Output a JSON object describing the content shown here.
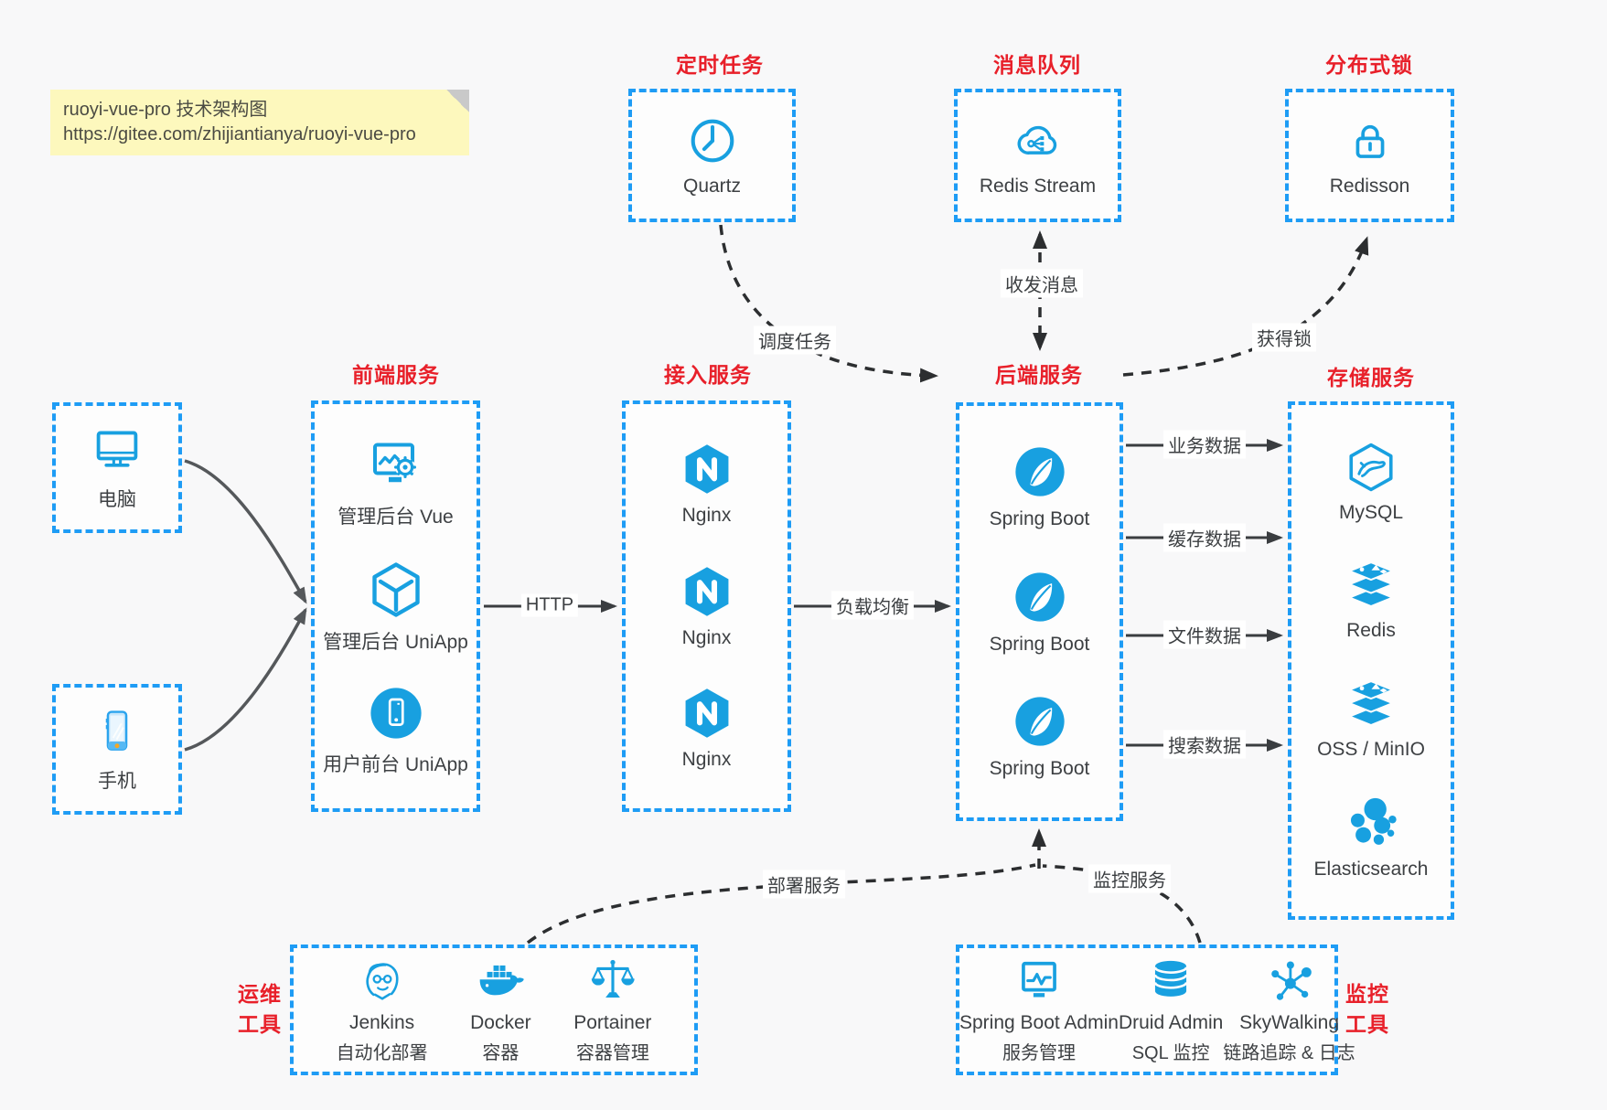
{
  "note": {
    "line1": "ruoyi-vue-pro 技术架构图",
    "line2": "https://gitee.com/zhijiantianya/ruoyi-vue-pro"
  },
  "colors": {
    "accent_blue": "#1e9cf5",
    "icon_blue": "#18a0e0",
    "title_red": "#e8202a",
    "arrow_dark": "#2c2e30",
    "arrow_gray": "#55585b",
    "note_bg": "#fdf8bd"
  },
  "groups": {
    "scheduled_job": {
      "title": "定时任务",
      "node": {
        "label": "Quartz",
        "icon": "clock-icon"
      }
    },
    "message_queue": {
      "title": "消息队列",
      "node": {
        "label": "Redis Stream",
        "icon": "cloud-stream-icon"
      }
    },
    "distributed_lock": {
      "title": "分布式锁",
      "node": {
        "label": "Redisson",
        "icon": "lock-icon"
      }
    },
    "clients": {
      "pc": {
        "label": "电脑",
        "icon": "desktop-icon"
      },
      "mobile": {
        "label": "手机",
        "icon": "smartphone-icon"
      }
    },
    "frontend": {
      "title": "前端服务",
      "items": [
        {
          "label": "管理后台 Vue",
          "icon": "admin-vue-icon"
        },
        {
          "label": "管理后台 UniApp",
          "icon": "cube-icon"
        },
        {
          "label": "用户前台 UniApp",
          "icon": "user-app-icon"
        }
      ]
    },
    "gateway": {
      "title": "接入服务",
      "items": [
        {
          "label": "Nginx",
          "icon": "nginx-icon"
        },
        {
          "label": "Nginx",
          "icon": "nginx-icon"
        },
        {
          "label": "Nginx",
          "icon": "nginx-icon"
        }
      ]
    },
    "backend": {
      "title": "后端服务",
      "items": [
        {
          "label": "Spring Boot",
          "icon": "spring-icon"
        },
        {
          "label": "Spring Boot",
          "icon": "spring-icon"
        },
        {
          "label": "Spring Boot",
          "icon": "spring-icon"
        }
      ]
    },
    "storage": {
      "title": "存储服务",
      "items": [
        {
          "label": "MySQL",
          "icon": "mysql-icon"
        },
        {
          "label": "Redis",
          "icon": "redis-stack-icon"
        },
        {
          "label": "OSS / MinIO",
          "icon": "redis-stack-icon"
        },
        {
          "label": "Elasticsearch",
          "icon": "elasticsearch-icon"
        }
      ]
    },
    "ops_tools": {
      "title_line1": "运维",
      "title_line2": "工具",
      "items": [
        {
          "name": "Jenkins",
          "desc": "自动化部署",
          "icon": "jenkins-icon"
        },
        {
          "name": "Docker",
          "desc": "容器",
          "icon": "docker-icon"
        },
        {
          "name": "Portainer",
          "desc": "容器管理",
          "icon": "portainer-icon"
        }
      ]
    },
    "monitor_tools": {
      "title_line1": "监控",
      "title_line2": "工具",
      "items": [
        {
          "name": "Spring Boot Admin",
          "desc": "服务管理",
          "icon": "sba-icon"
        },
        {
          "name": "Druid Admin",
          "desc": "SQL 监控",
          "icon": "druid-icon"
        },
        {
          "name": "SkyWalking",
          "desc": "链路追踪 & 日志",
          "icon": "skywalking-icon"
        }
      ]
    }
  },
  "edges": {
    "http": "HTTP",
    "load_balance": "负载均衡",
    "schedule": "调度任务",
    "message": "收发消息",
    "acquire_lock": "获得锁",
    "business_data": "业务数据",
    "cache_data": "缓存数据",
    "file_data": "文件数据",
    "search_data": "搜索数据",
    "deploy": "部署服务",
    "monitor": "监控服务"
  }
}
